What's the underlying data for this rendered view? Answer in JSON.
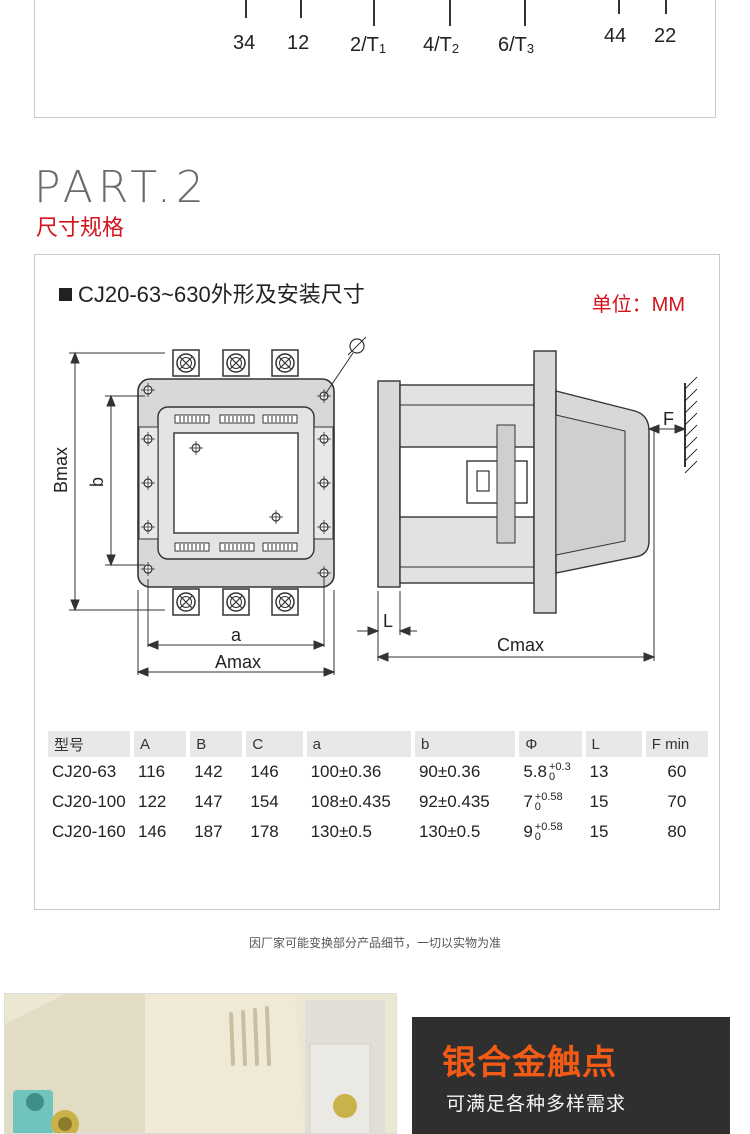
{
  "top_terminals": {
    "labels": [
      {
        "main": "34",
        "sub": ""
      },
      {
        "main": "12",
        "sub": ""
      },
      {
        "main": "2/T",
        "sub": "1"
      },
      {
        "main": "4/T",
        "sub": "2"
      },
      {
        "main": "6/T",
        "sub": "3"
      },
      {
        "main": "44",
        "sub": ""
      },
      {
        "main": "22",
        "sub": ""
      }
    ]
  },
  "section": {
    "title": "PART.2",
    "subtitle": "尺寸规格"
  },
  "spec": {
    "heading": "CJ20-63~630外形及安装尺寸",
    "unit": "单位：MM",
    "dims": {
      "phi": "Ø",
      "bmax": "Bmax",
      "b": "b",
      "a": "a",
      "amax": "Amax",
      "l": "L",
      "cmax": "Cmax",
      "f": "F"
    },
    "table": {
      "headers": [
        "型号",
        "A",
        "B",
        "C",
        "a",
        "b",
        "Φ",
        "L",
        "F min"
      ],
      "rows": [
        {
          "model": "CJ20-63",
          "A": "116",
          "B": "142",
          "C": "146",
          "a": "100±0.36",
          "b": "90±0.36",
          "phi": "5.8",
          "phi_upper": "+0.3",
          "phi_lower": "0",
          "L": "13",
          "F": "60"
        },
        {
          "model": "CJ20-100",
          "A": "122",
          "B": "147",
          "C": "154",
          "a": "108±0.435",
          "b": "92±0.435",
          "phi": "7",
          "phi_upper": "+0.58",
          "phi_lower": "0",
          "L": "15",
          "F": "70"
        },
        {
          "model": "CJ20-160",
          "A": "146",
          "B": "187",
          "C": "178",
          "a": "130±0.5",
          "b": "130±0.5",
          "phi": "9",
          "phi_upper": "+0.58",
          "phi_lower": "0",
          "L": "15",
          "F": "80"
        }
      ]
    }
  },
  "footnote": "因厂家可能变换部分产品细节，一切以实物为准",
  "promo": {
    "title": "银合金触点",
    "subtitle": "可满足各种多样需求"
  },
  "colors": {
    "accent_red": "#d4131c",
    "promo_orange": "#f35a16",
    "promo_bg": "#2f2f2f",
    "drawing_fill": "#d8d8d8"
  }
}
